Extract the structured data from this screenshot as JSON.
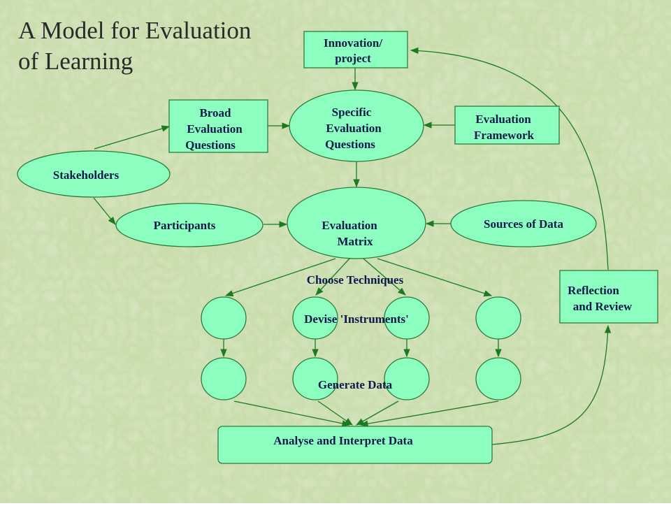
{
  "title": {
    "line1": "A Model for Evaluation",
    "line2": "of Learning"
  },
  "nodes": {
    "innovation": {
      "line1": "Innovation/",
      "line2": "project"
    },
    "broad": {
      "line1": "Broad",
      "line2": "Evaluation",
      "line3": "Questions"
    },
    "specific": {
      "line1": "Specific",
      "line2": "Evaluation",
      "line3": "Questions"
    },
    "framework": {
      "line1": "Evaluation",
      "line2": "Framework"
    },
    "stakeholders": {
      "label": "Stakeholders"
    },
    "participants": {
      "label": "Participants"
    },
    "matrix": {
      "line1": "Evaluation",
      "line2": "Matrix"
    },
    "sources": {
      "label": "Sources of Data"
    },
    "reflection": {
      "line1": "Reflection",
      "line2": "and Review"
    },
    "analyse": {
      "label": "Analyse and Interpret Data"
    }
  },
  "steps": {
    "choose": "Choose Techniques",
    "devise": "Devise 'Instruments'",
    "generate": "Generate Data"
  },
  "colors": {
    "node_fill": "#8cffc0",
    "node_stroke": "#2f7a3a",
    "edge": "#1c7a22",
    "label": "#0b1a4a",
    "background": "#c8dca8"
  }
}
